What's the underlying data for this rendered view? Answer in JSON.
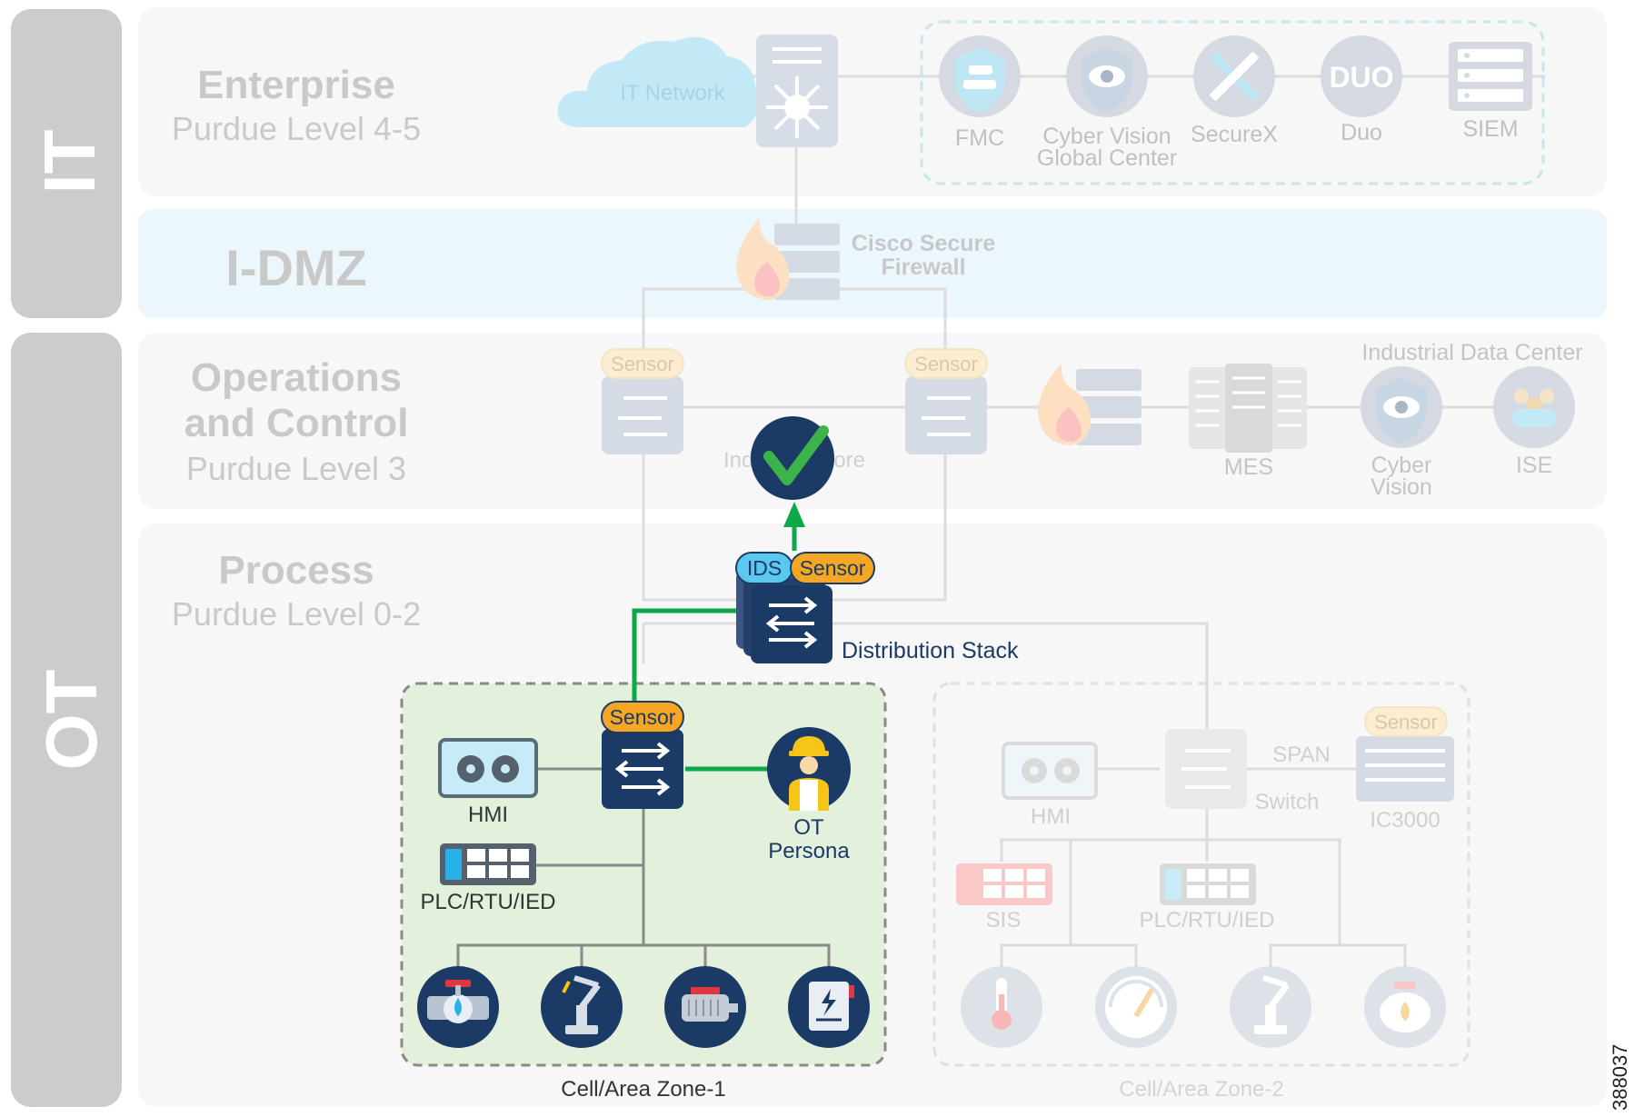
{
  "side_labels": {
    "it": "IT",
    "ot": "OT"
  },
  "bands": {
    "enterprise": {
      "title": "Enterprise",
      "subtitle": "Purdue Level 4-5"
    },
    "idmz": {
      "title": "I-DMZ"
    },
    "operations": {
      "title_line1": "Operations",
      "title_line2": "and Control",
      "subtitle": "Purdue Level 3"
    },
    "process": {
      "title": "Process",
      "subtitle": "Purdue Level 0-2"
    }
  },
  "enterprise": {
    "cloud_label": "IT Network",
    "fmc": "FMC",
    "cyber_vision_gc_line1": "Cyber Vision",
    "cyber_vision_gc_line2": "Global Center",
    "securex": "SecureX",
    "duo": "Duo",
    "duo_logo": "DUO",
    "siem": "SIEM"
  },
  "idmz": {
    "firewall_line1": "Cisco Secure",
    "firewall_line2": "Firewall"
  },
  "operations": {
    "sensor_badge": "Sensor",
    "core_label": "Industrial Core",
    "industrial_dc": "Industrial Data Center",
    "mes": "MES",
    "cyber_vision_line1": "Cyber",
    "cyber_vision_line2": "Vision",
    "ise": "ISE"
  },
  "process": {
    "ids_badge": "IDS",
    "sensor_badge": "Sensor",
    "distribution_stack": "Distribution Stack",
    "zone1": {
      "name": "Cell/Area Zone-1",
      "hmi": "HMI",
      "plc": "PLC/RTU/IED",
      "ot_persona_line1": "OT",
      "ot_persona_line2": "Persona"
    },
    "zone2": {
      "name": "Cell/Area Zone-2",
      "hmi": "HMI",
      "sis": "SIS",
      "plc": "PLC/RTU/IED",
      "span": "SPAN",
      "switch": "Switch",
      "ic3000": "IC3000"
    }
  },
  "figure_id": "388037",
  "colors": {
    "navy": "#1b3a66",
    "accent_green": "#0da84a",
    "sensor_orange": "#f5a623",
    "ids_blue": "#5bc8f0",
    "zone1_fill": "#e2f0dc",
    "band_fill": "#f7f7f7",
    "dmz_fill": "#ebf7fc",
    "side_gray": "#cccccc",
    "faded_text": "#c4c4c4"
  }
}
